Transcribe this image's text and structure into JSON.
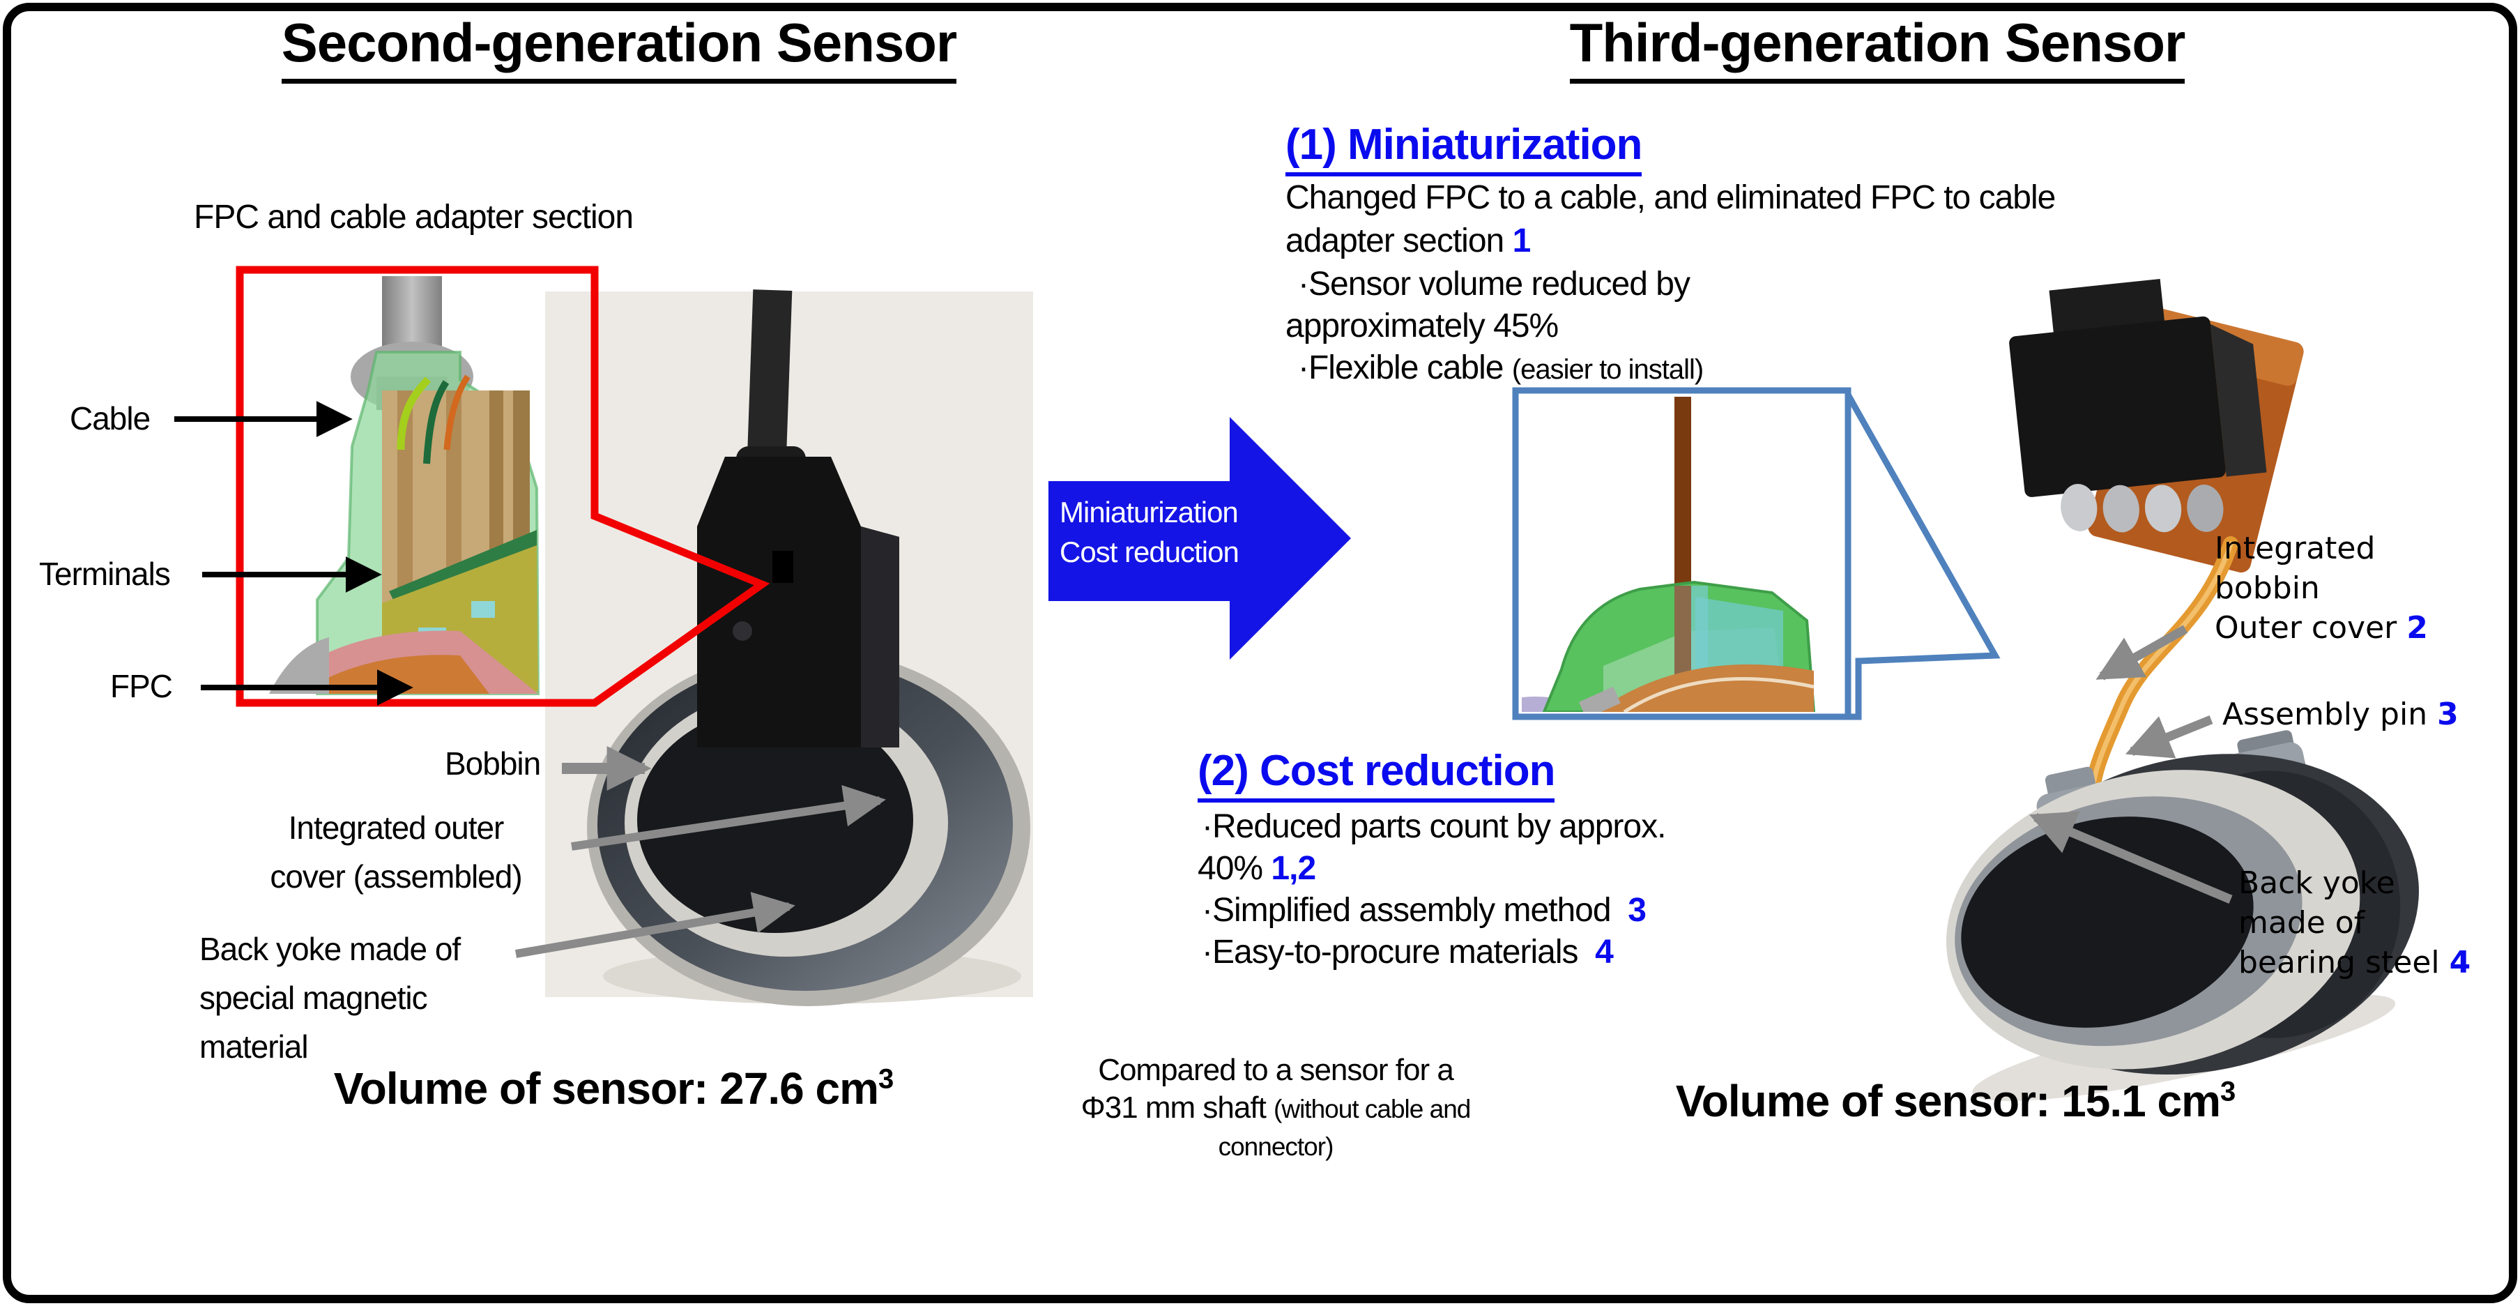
{
  "colors": {
    "red": "#f20000",
    "arrow_blue": "#1414e6",
    "heading_blue": "#0a0aee",
    "box_blue": "#4f81bd",
    "gray_arrow": "#8a8a8a",
    "black": "#000000"
  },
  "left": {
    "title": "Second-generation Sensor",
    "caption": "FPC and cable adapter section",
    "cable_label": "Cable",
    "terminals_label": "Terminals",
    "fpc_label": "FPC",
    "bobbin_label": "Bobbin",
    "cover_line1": "Integrated outer",
    "cover_line2": "cover (assembled)",
    "yoke_line1": "Back yoke made of",
    "yoke_line2": "special magnetic",
    "yoke_line3": "material",
    "volume_text": "Volume of sensor: 27.6 cm",
    "volume_sup": "3"
  },
  "center": {
    "arrow_line1": "Miniaturization",
    "arrow_line2": "Cost reduction",
    "note_line1": "Compared to a sensor for a",
    "note_line2_main": "Φ31 mm shaft ",
    "note_line2_small": "(without cable and",
    "note_line3_small": "connector)"
  },
  "right": {
    "title": "Third-generation Sensor",
    "sec1": {
      "heading": "(1) Miniaturization",
      "l1": "Changed FPC to a cable, and eliminated FPC to cable",
      "l2a": "adapter section ",
      "l2b": "1",
      "l3": "·Sensor volume reduced by",
      "l4": "approximately 45%",
      "l5a": "·Flexible cable ",
      "l5b": "(easier to install)"
    },
    "sec2": {
      "heading": "(2) Cost reduction",
      "l1": "·Reduced parts count by approx.",
      "l2a": "40% ",
      "l2b": "1,2",
      "l3a": "·Simplified assembly method  ",
      "l3b": "3",
      "l4a": "·Easy-to-procure materials  ",
      "l4b": "4"
    },
    "labels": {
      "bobbin1": "Integrated",
      "bobbin2": "bobbin",
      "bobbin3a": "Outer cover ",
      "bobbin3b": "2",
      "pin_a": "Assembly pin ",
      "pin_b": "3",
      "yoke1": "Back yoke",
      "yoke2": "made of",
      "yoke3a": "bearing steel ",
      "yoke3b": "4"
    },
    "volume_text": "Volume of sensor: 15.1 cm",
    "volume_sup": "3"
  }
}
